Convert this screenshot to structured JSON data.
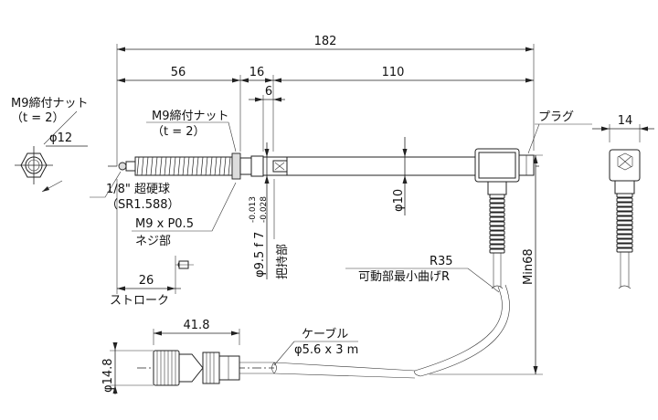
{
  "dimensions": {
    "overall_length": "182",
    "segment_left": "56",
    "segment_mid": "16",
    "segment_right": "110",
    "small_6": "6",
    "stroke_value": "26",
    "stroke_label": "ストローク",
    "connector_length": "41.8",
    "connector_diameter": "φ14.8",
    "cable_spec": "φ5.6 x 3 m",
    "plug_width": "14",
    "min_height": "Min68",
    "stem_diameter": "φ10",
    "nut_diameter": "φ12",
    "grip_tolerance_main": "φ9.5 f 7",
    "grip_tolerance_upper": "-0.013",
    "grip_tolerance_lower": "-0.028"
  },
  "labels": {
    "nut_side_line1": "M9締付ナット",
    "nut_side_line2": "（t = 2）",
    "nut_front_line1": "M9締付ナット",
    "nut_front_line2": "（t = 2）",
    "ball_line1": "1/8\" 超硬球",
    "ball_line2": "（SR1.588）",
    "thread_line1": "M9 x P0.5",
    "thread_line2": "ネジ部",
    "grip_part": "把持部",
    "plug": "プラグ",
    "bend_radius": "R35",
    "bend_note": "可動部最小曲げR",
    "cable": "ケーブル"
  }
}
